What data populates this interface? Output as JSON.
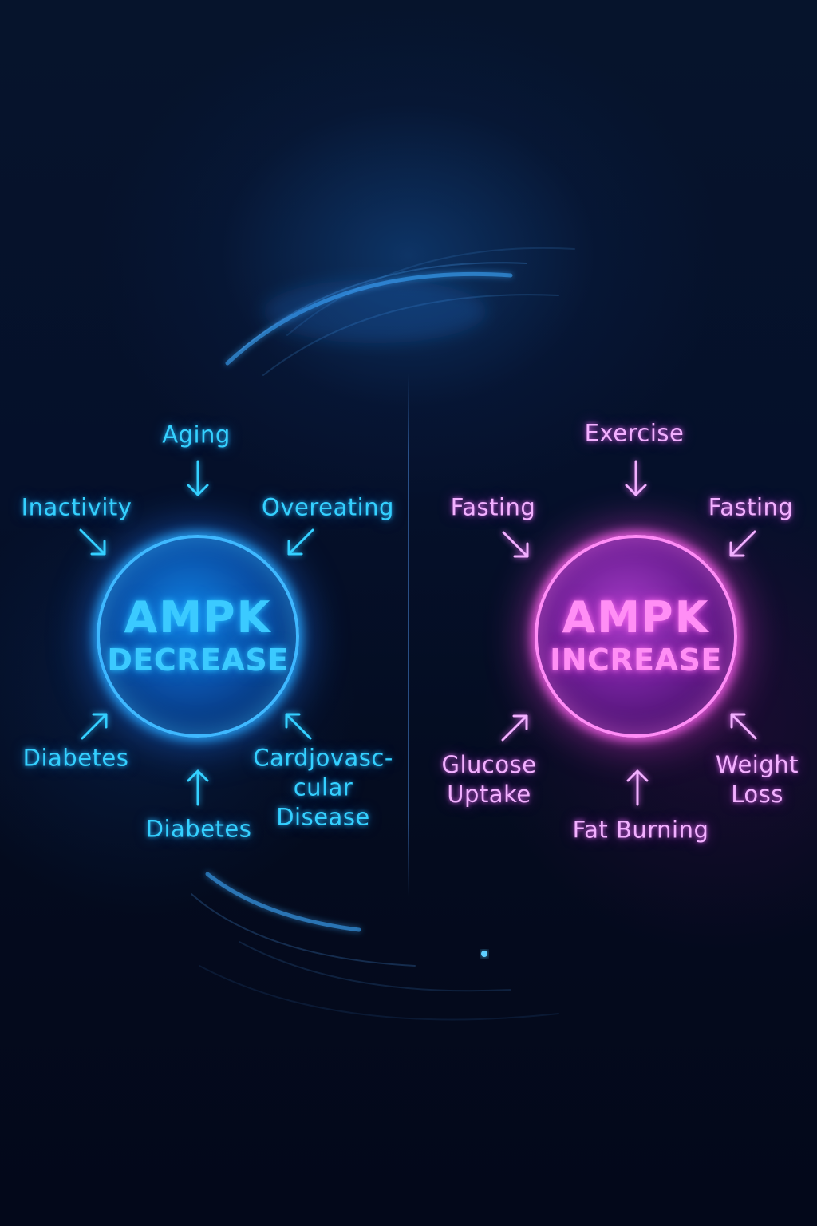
{
  "colors": {
    "background": "#040a1a",
    "decrease_accent": "#34d0ff",
    "increase_accent": "#f2b0ff"
  },
  "decrease": {
    "title": "AMPK",
    "subtitle": "DECREASE",
    "labels": {
      "aging": "Aging",
      "inactivity": "Inactivity",
      "overeating": "Overeating",
      "diabetes_left": "Diabetes",
      "diabetes_bottom": "Diabetes",
      "cardiovascular": "Cardjovasc-\ncular\nDisease"
    },
    "arrows": {
      "aging": "arrow-down-icon",
      "inactivity": "arrow-down-right-icon",
      "overeating": "arrow-down-left-icon",
      "diabetes_left": "arrow-up-right-icon",
      "diabetes_bottom": "arrow-up-icon",
      "cardiovascular": "arrow-up-left-icon"
    }
  },
  "increase": {
    "title": "AMPK",
    "subtitle": "INCREASE",
    "labels": {
      "exercise": "Exercise",
      "fasting_left": "Fasting",
      "fasting_right": "Fasting",
      "glucose_uptake": "Glucose\nUptake",
      "fat_burning": "Fat Burning",
      "weight_loss": "Weight\nLoss"
    },
    "arrows": {
      "exercise": "arrow-down-icon",
      "fasting_left": "arrow-down-right-icon",
      "fasting_right": "arrow-down-left-icon",
      "glucose_uptake": "arrow-up-right-icon",
      "fat_burning": "arrow-up-icon",
      "weight_loss": "arrow-up-left-icon"
    }
  }
}
